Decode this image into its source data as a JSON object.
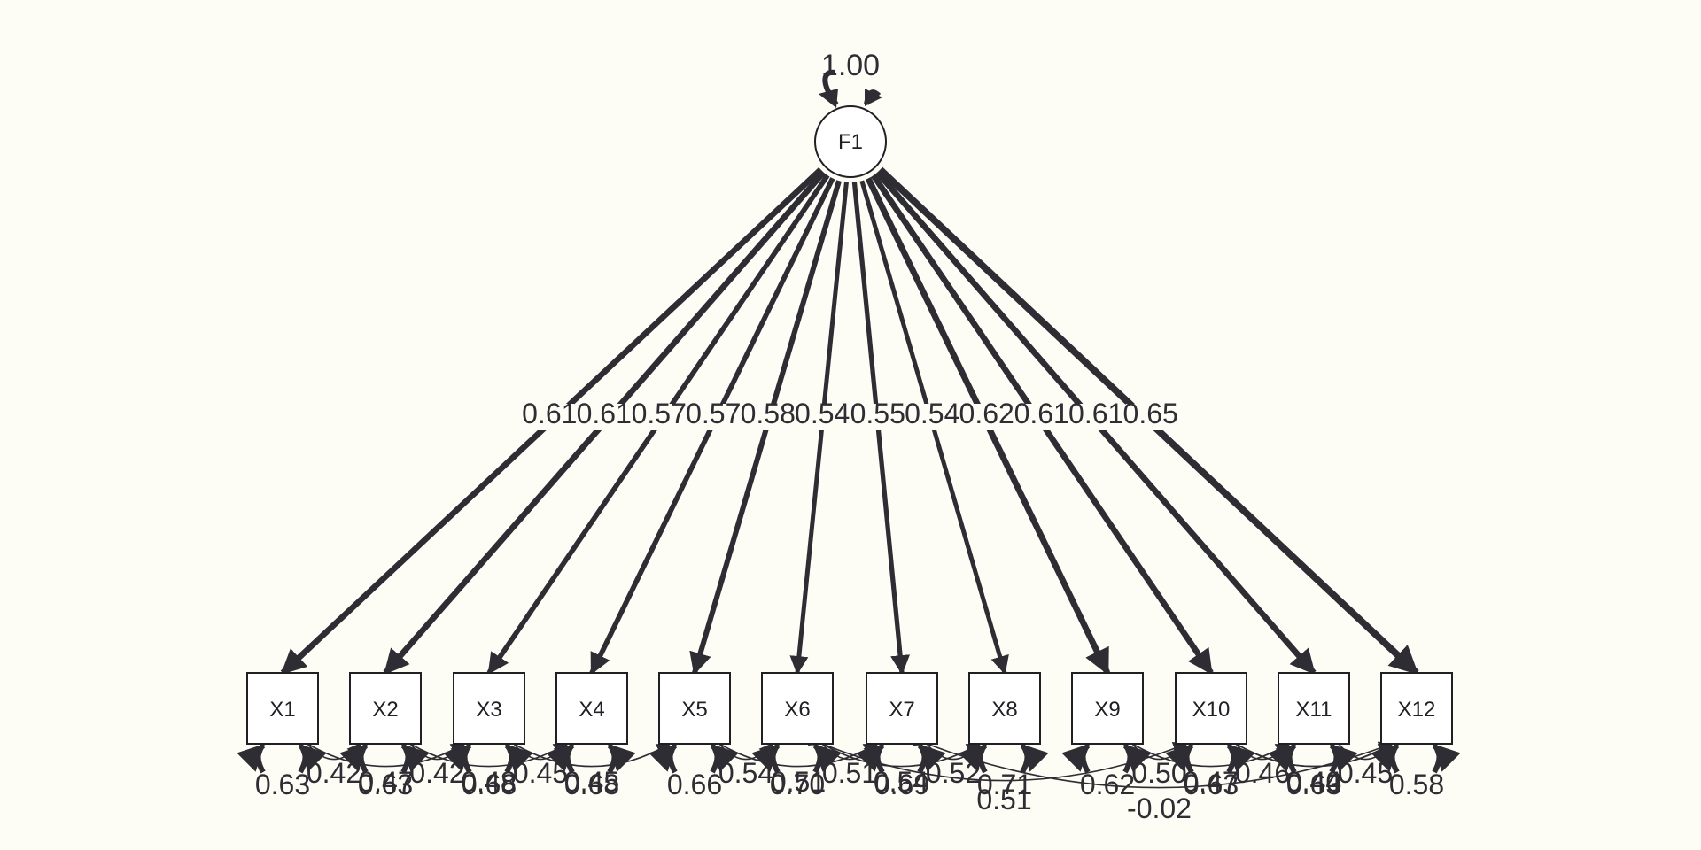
{
  "colors": {
    "background": "#fdfcf5",
    "path": "#2e2d33",
    "node_fill": "#ffffff",
    "node_stroke": "#1f1f24"
  },
  "latent": {
    "name": "F1",
    "variance": "1.00"
  },
  "indicators": [
    {
      "name": "X1",
      "loading": "0.61",
      "residual": "0.63"
    },
    {
      "name": "X2",
      "loading": "0.61",
      "residual": "0.63"
    },
    {
      "name": "X3",
      "loading": "0.57",
      "residual": "0.68"
    },
    {
      "name": "X4",
      "loading": "0.57",
      "residual": "0.68"
    },
    {
      "name": "X5",
      "loading": "0.58",
      "residual": "0.66"
    },
    {
      "name": "X6",
      "loading": "0.54",
      "residual": "0.70"
    },
    {
      "name": "X7",
      "loading": "0.55",
      "residual": "0.69"
    },
    {
      "name": "X8",
      "loading": "0.54",
      "residual": "0.71"
    },
    {
      "name": "X9",
      "loading": "0.62",
      "residual": "0.62"
    },
    {
      "name": "X10",
      "loading": "0.61",
      "residual": "0.63"
    },
    {
      "name": "X11",
      "loading": "0.61",
      "residual": "0.63"
    },
    {
      "name": "X12",
      "loading": "0.65",
      "residual": "0.58"
    }
  ],
  "covariances": [
    {
      "from": "X1",
      "to": "X2",
      "value": "0.42"
    },
    {
      "from": "X1",
      "to": "X3",
      "value": "0.47"
    },
    {
      "from": "X2",
      "to": "X3",
      "value": "0.42"
    },
    {
      "from": "X2",
      "to": "X4",
      "value": "0.48"
    },
    {
      "from": "X3",
      "to": "X4",
      "value": "0.45"
    },
    {
      "from": "X3",
      "to": "X5",
      "value": "0.45"
    },
    {
      "from": "X5",
      "to": "X6",
      "value": "0.54"
    },
    {
      "from": "X5",
      "to": "X7",
      "value": "0.51"
    },
    {
      "from": "X6",
      "to": "X7",
      "value": "0.51"
    },
    {
      "from": "X6",
      "to": "X8",
      "value": "0.54"
    },
    {
      "from": "X7",
      "to": "X8",
      "value": "0.52"
    },
    {
      "from": "X6",
      "to": "X10",
      "value": "0.51"
    },
    {
      "from": "X9",
      "to": "X10",
      "value": "0.50"
    },
    {
      "from": "X9",
      "to": "X11",
      "value": "0.47"
    },
    {
      "from": "X10",
      "to": "X11",
      "value": "0.46"
    },
    {
      "from": "X10",
      "to": "X12",
      "value": "0.40"
    },
    {
      "from": "X11",
      "to": "X12",
      "value": "0.45"
    },
    {
      "from": "X10",
      "to": "X12",
      "value": "0.44"
    },
    {
      "from": "X7",
      "to": "X12",
      "value": "-0.02"
    }
  ]
}
